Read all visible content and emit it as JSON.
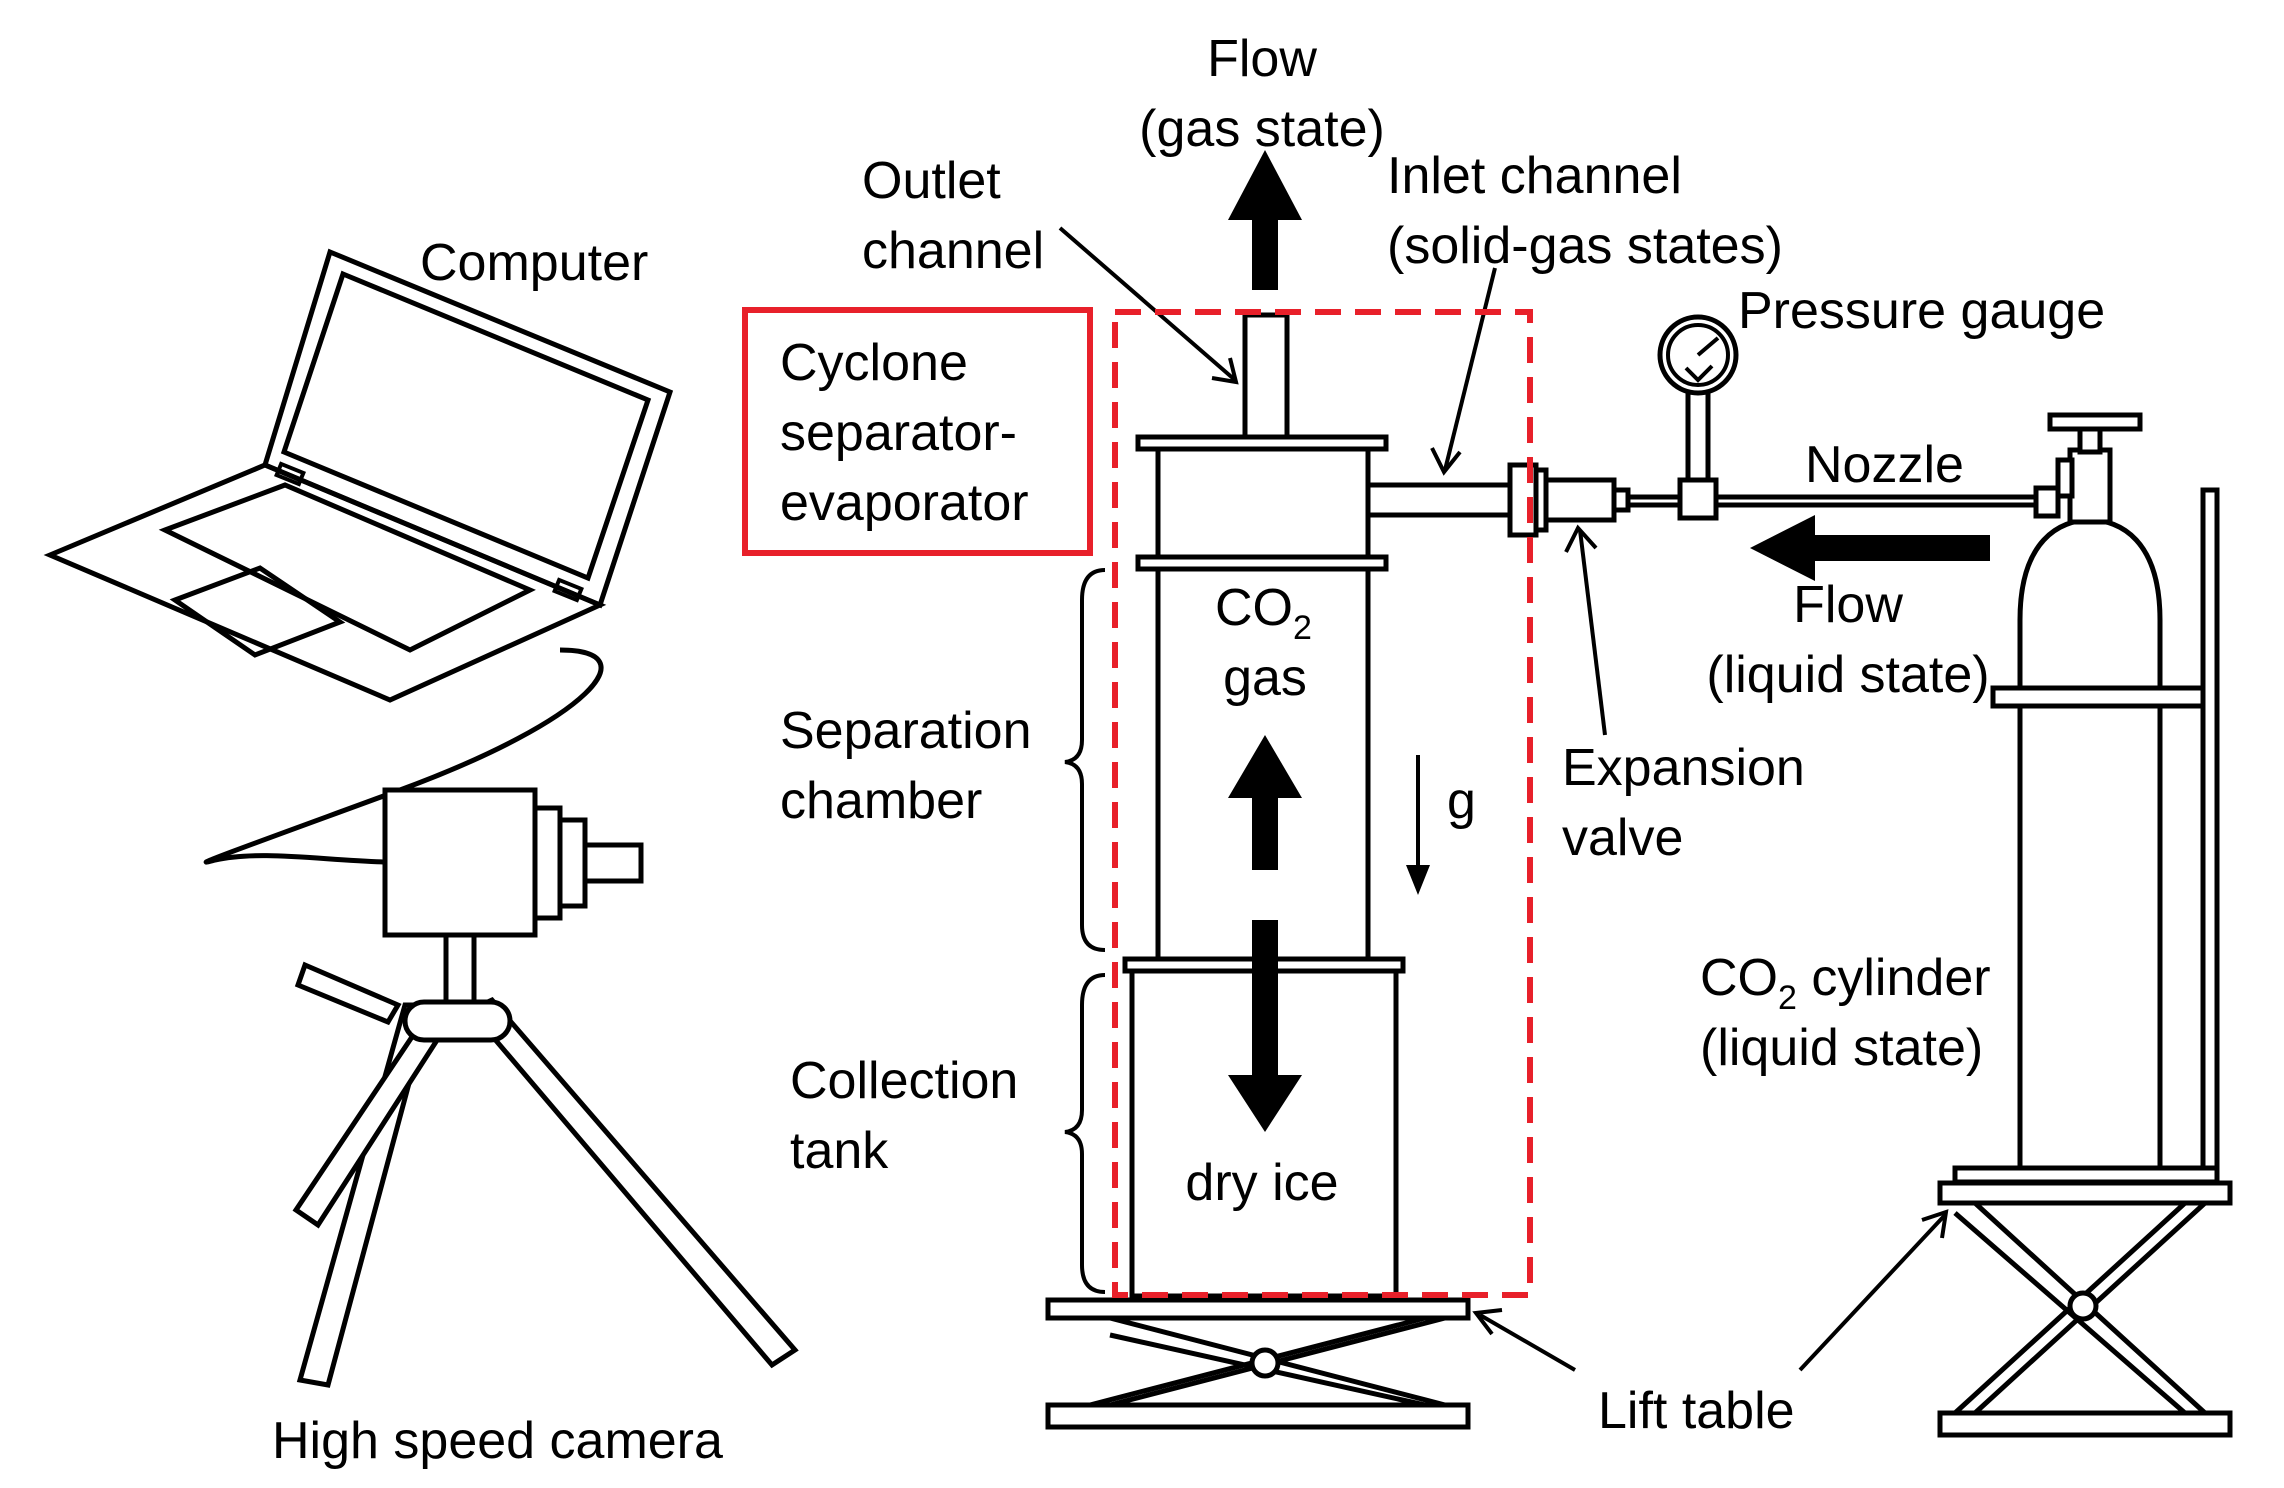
{
  "labels": {
    "flow_gas_1": "Flow",
    "flow_gas_2": "(gas state)",
    "outlet_1": "Outlet",
    "outlet_2": "channel",
    "inlet_1": "Inlet channel",
    "inlet_2": "(solid-gas states)",
    "pressure_gauge": "Pressure gauge",
    "computer": "Computer",
    "cyclone_1": "Cyclone",
    "cyclone_2": "separator-",
    "cyclone_3": "evaporator",
    "nozzle": "Nozzle",
    "flow_liquid_1": "Flow",
    "flow_liquid_2": "(liquid state)",
    "co2_gas_main": "CO",
    "co2_gas_sub": "2",
    "co2_gas_2": "gas",
    "separation_1": "Separation",
    "separation_2": "chamber",
    "gravity": "g",
    "expansion_1": "Expansion",
    "expansion_2": "valve",
    "cylinder_main": "CO",
    "cylinder_sub": "2",
    "cylinder_rest": " cylinder",
    "cylinder_2": "(liquid state)",
    "collection_1": "Collection",
    "collection_2": "tank",
    "dry_ice": "dry ice",
    "lift_table": "Lift table",
    "camera": "High speed camera"
  },
  "colors": {
    "highlight": "#e8202a",
    "line": "#000000",
    "background": "#ffffff"
  },
  "icons": [
    "laptop-icon",
    "camera-icon",
    "tripod-icon",
    "pressure-gauge-icon",
    "gas-cylinder-icon",
    "lift-table-icon"
  ]
}
